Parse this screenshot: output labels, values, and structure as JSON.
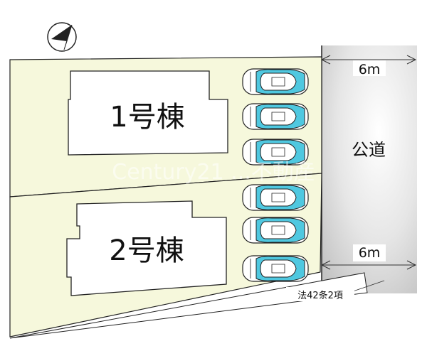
{
  "compass": {
    "icon": "north-arrow-icon"
  },
  "lots": [
    {
      "label": "1号棟"
    },
    {
      "label": "2号棟"
    }
  ],
  "road": {
    "label": "公道",
    "width_top": "6m",
    "width_bottom": "6m"
  },
  "setback_note": "法42条2項",
  "parking": {
    "count": 6,
    "icon": "car-icon"
  },
  "watermark": "Century21 ...不動産",
  "colors": {
    "lot_fill": "#f6f8dc",
    "road_gradient_light": "#ffffff",
    "road_gradient_dark": "#c8c8c8",
    "car_glass": "#4fc8e0",
    "outline": "#222222"
  }
}
